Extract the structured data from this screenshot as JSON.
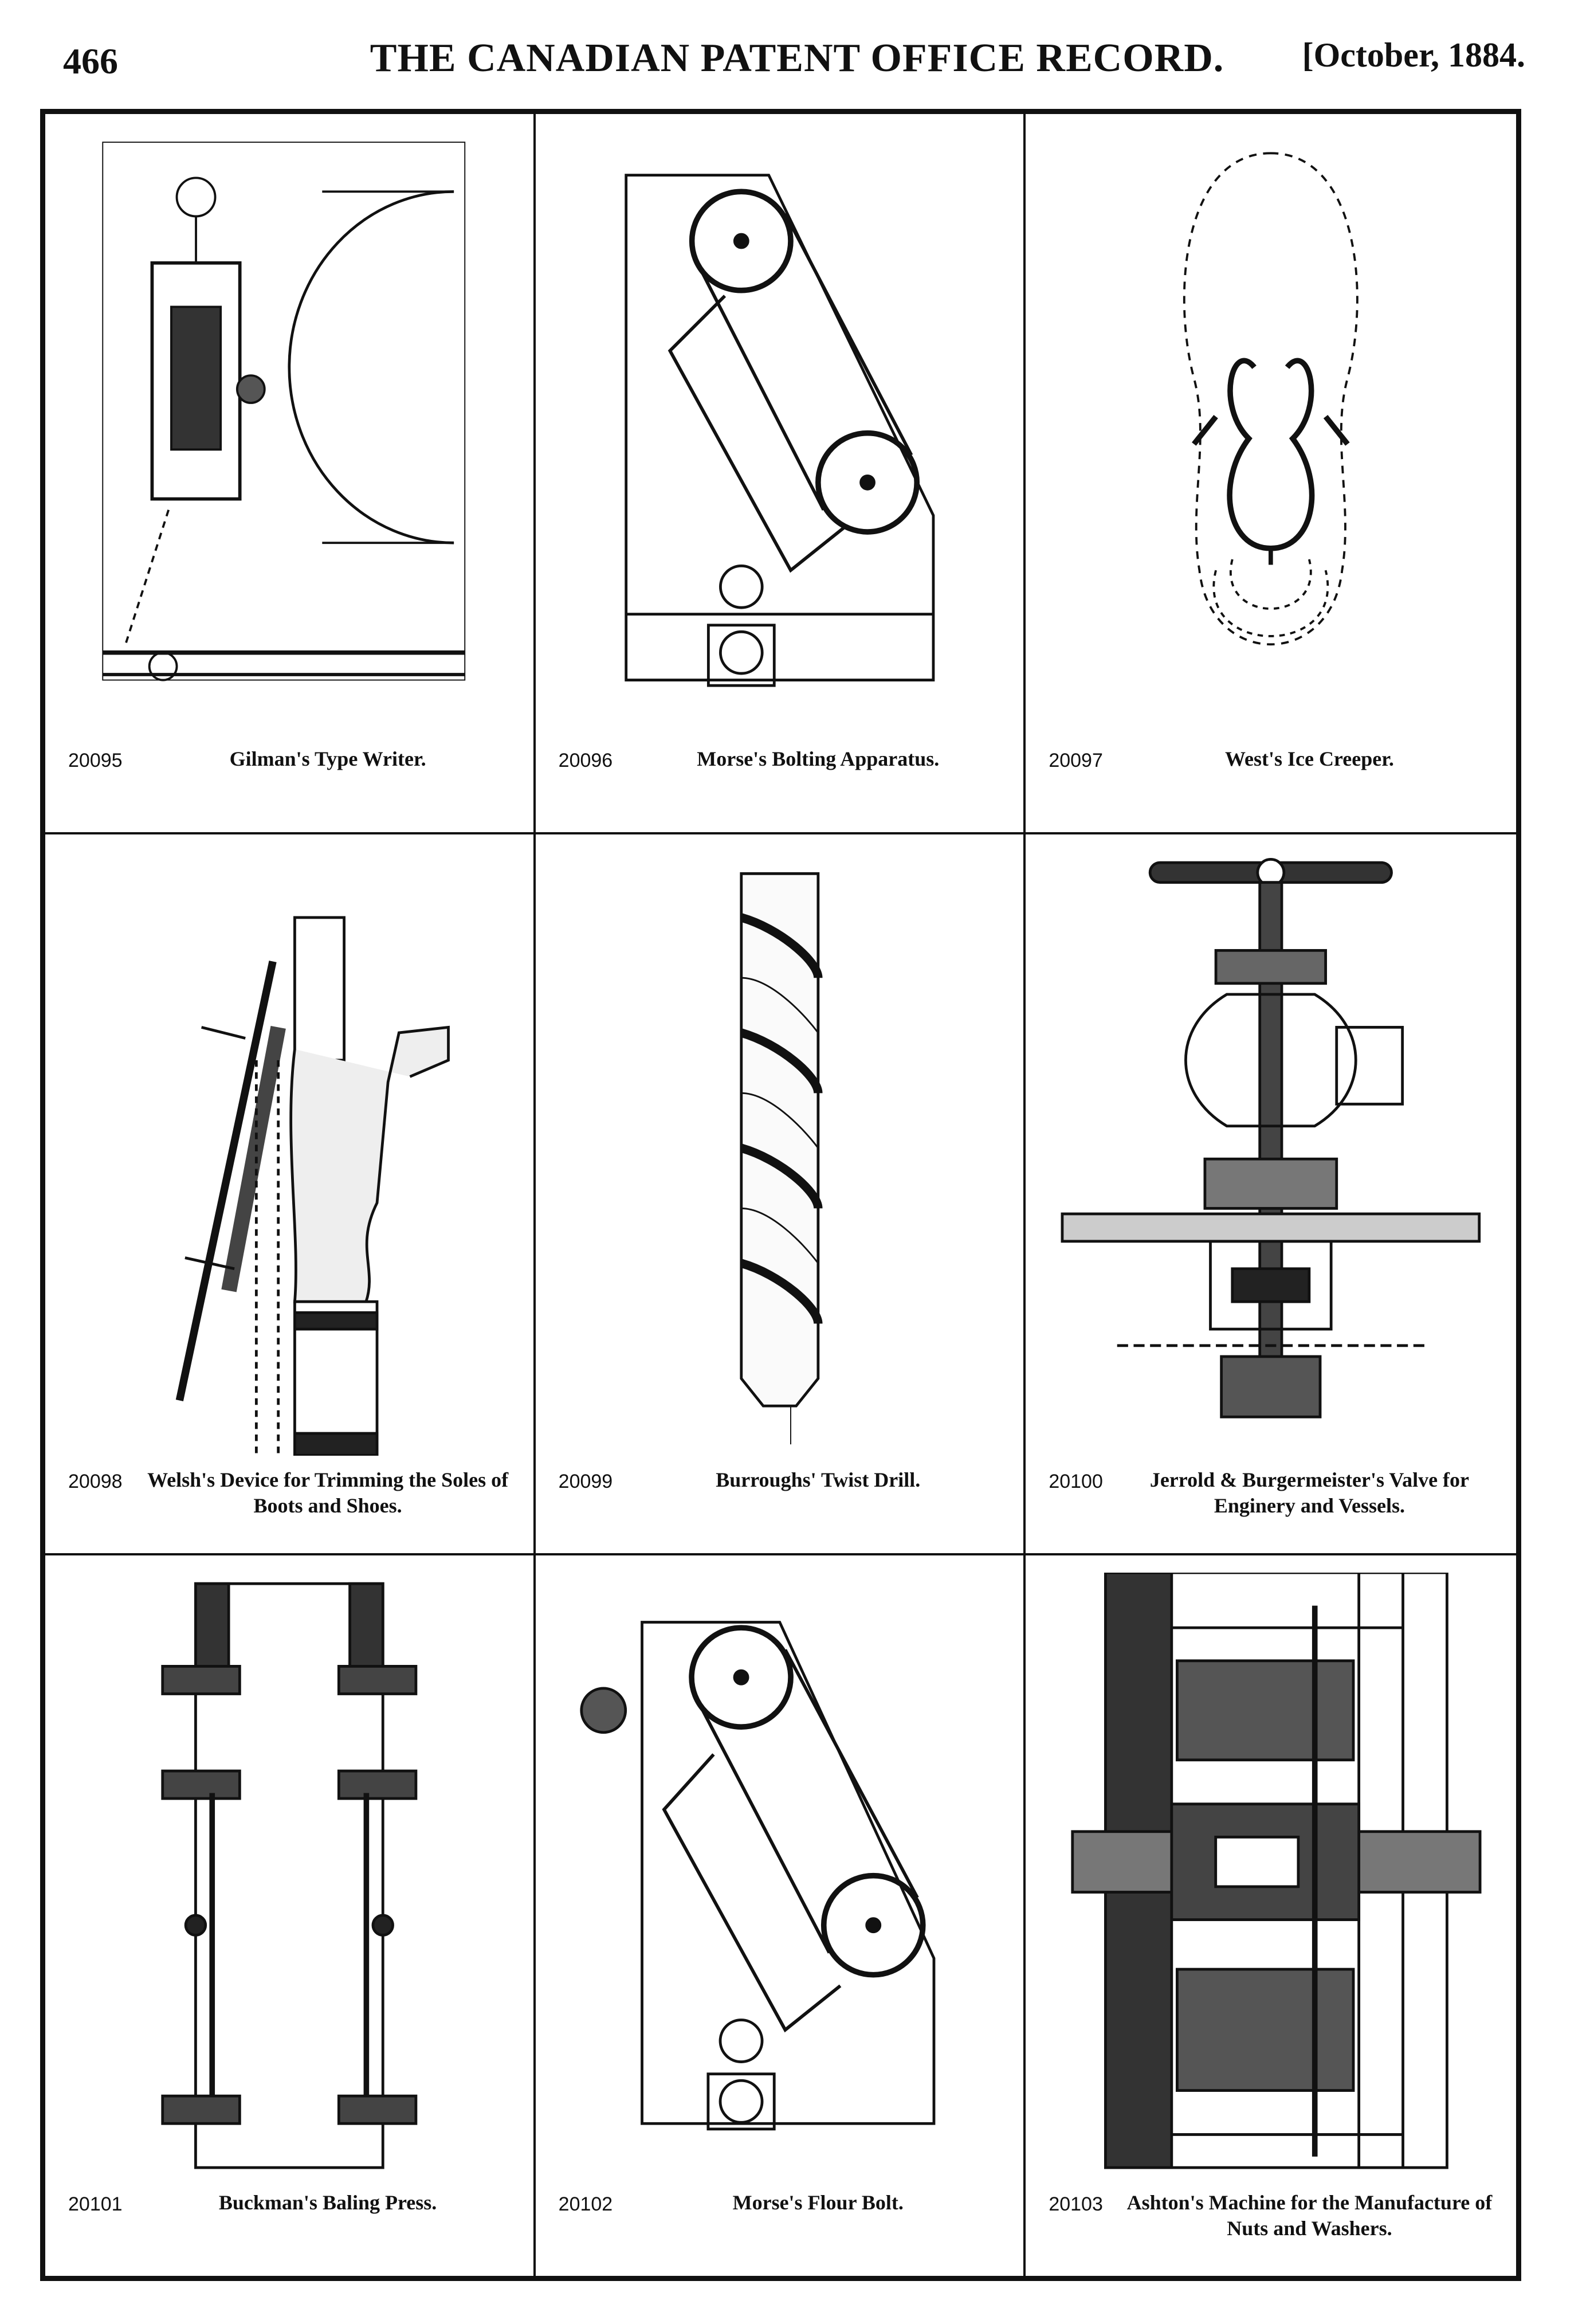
{
  "header": {
    "page_number": "466",
    "journal_title": "THE CANADIAN PATENT OFFICE RECORD.",
    "issue_date": "[October, 1884."
  },
  "patents": [
    {
      "number": "20095",
      "title": "Gilman's Type Writer.",
      "icon": "typewriter-drawing-icon"
    },
    {
      "number": "20096",
      "title": "Morse's Bolting Apparatus.",
      "icon": "bolting-apparatus-drawing-icon"
    },
    {
      "number": "20097",
      "title": "West's Ice Creeper.",
      "icon": "ice-creeper-drawing-icon"
    },
    {
      "number": "20098",
      "title": "Welsh's Device for Trimming the Soles of Boots and Shoes.",
      "icon": "sole-trimmer-drawing-icon"
    },
    {
      "number": "20099",
      "title": "Burroughs' Twist Drill.",
      "icon": "twist-drill-drawing-icon"
    },
    {
      "number": "20100",
      "title": "Jerrold & Burgermeister's Valve for Enginery and Vessels.",
      "icon": "valve-drawing-icon"
    },
    {
      "number": "20101",
      "title": "Buckman's Baling Press.",
      "icon": "baling-press-drawing-icon"
    },
    {
      "number": "20102",
      "title": "Morse's Flour Bolt.",
      "icon": "flour-bolt-drawing-icon"
    },
    {
      "number": "20103",
      "title": "Ashton's Machine for the Manufacture of Nuts and Washers.",
      "icon": "nut-machine-drawing-icon"
    }
  ]
}
